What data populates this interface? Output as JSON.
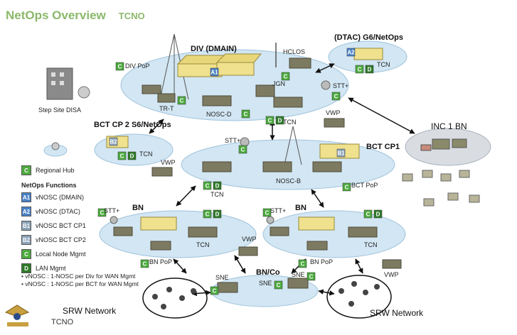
{
  "header": {
    "title": "NetOps Overview",
    "subtitle": "TCNO"
  },
  "colors": {
    "green_badge": "#4daa3f",
    "dark_badge": "#2f7a2a",
    "blue_badge": "#4a82c6",
    "gray_blue_badge": "#8aa2b7",
    "ellipse": "#d2e6f3",
    "header_green": "#8bb86a"
  },
  "nodes": {
    "div": {
      "title": "DIV (DMAIN)",
      "div_pop": "DIV PoP",
      "hclos": "HCLOS",
      "jgn": "JGN",
      "trt": "TR-T",
      "nosc_d": "NOSC-D",
      "tcn": "TCN",
      "stt": "STT+",
      "vwp": "VWP"
    },
    "dtac": {
      "title": "(DTAC) G6/NetOps",
      "tcn": "TCN"
    },
    "step_site": "Step Site DISA",
    "bct_cp2": {
      "title": "BCT CP 2 S6/NetOps",
      "tcn": "TCN"
    },
    "bct_cp1": {
      "title": "BCT CP1",
      "stt": "STT+",
      "vwp": "VWP",
      "nosc_b": "NOSC-B",
      "tcn": "TCN",
      "bct_pop": "BCT PoP"
    },
    "inc": {
      "title": "INC 1 BN"
    },
    "bn_left": {
      "title": "BN",
      "stt": "STT+",
      "tcn": "TCN",
      "vwp": "VWP",
      "bn_pop": "BN PoP"
    },
    "bn_right": {
      "title": "BN",
      "stt": "STT+",
      "tcn": "TCN",
      "vwp": "VWP",
      "bn_pop": "BN PoP"
    },
    "bnco": {
      "title": "BN/Co",
      "sne_left": "SNE",
      "sne_mid": "SNE",
      "sne_right": "SNE"
    },
    "srw_left": "SRW Network",
    "srw_right": "SRW Network"
  },
  "legend": {
    "regional_hub": "Regional Hub",
    "functions_title": "NetOps Functions",
    "items": [
      {
        "code": "A1",
        "label": "vNOSC (DMAIN)"
      },
      {
        "code": "A2",
        "label": "vNOSC (DTAC)"
      },
      {
        "code": "B1",
        "label": "vNOSC BCT CP1"
      },
      {
        "code": "B2",
        "label": "vNOSC BCT CP2"
      },
      {
        "code": "C",
        "label": "Local Node Mgmt"
      },
      {
        "code": "D",
        "label": "LAN Mgmt"
      }
    ],
    "notes": [
      "• vNOSC : 1-NOSC per Div for WAN Mgmt",
      "• vNOSC : 1-NOSC per BCT for WAN Mgmt"
    ]
  },
  "footer": {
    "label": "TCNO"
  }
}
